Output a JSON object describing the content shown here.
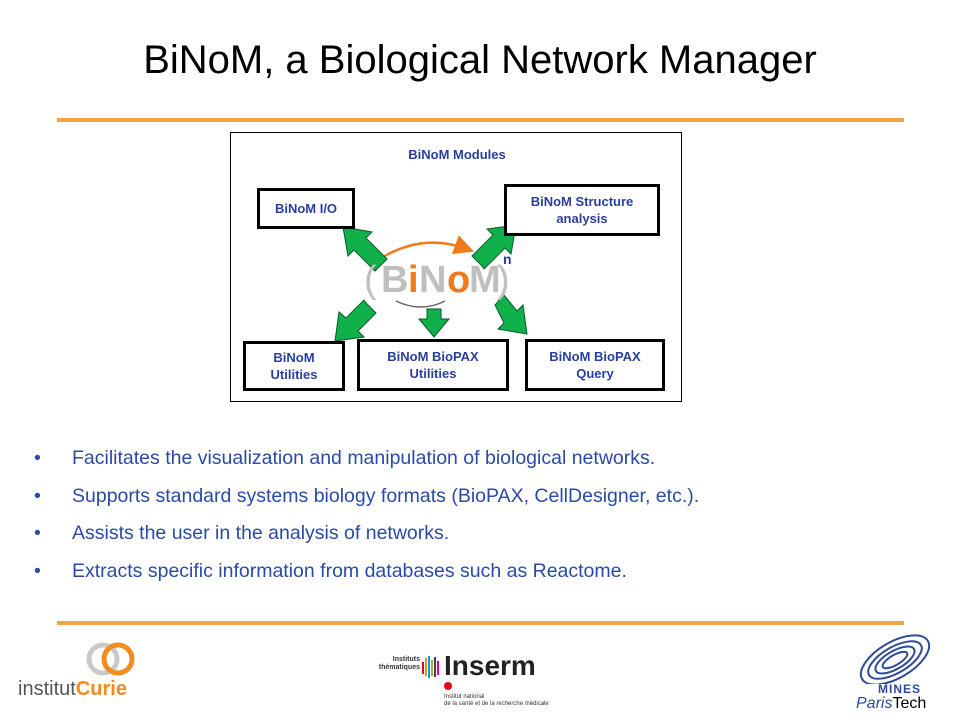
{
  "slide": {
    "title": "BiNoM, a Biological Network Manager"
  },
  "diagram": {
    "header": "BiNoM Modules",
    "center_parts": [
      "(",
      "B",
      "i",
      "N",
      "o",
      "M",
      ")"
    ],
    "superscript": "n",
    "boxes": {
      "io": "BiNoM I/O",
      "structure": "BiNoM Structure\nanalysis",
      "utilities": "BiNoM\nUtilities",
      "biopax_utilities": "BiNoM BioPAX\nUtilities",
      "biopax_query": "BiNoM BioPAX\nQuery"
    },
    "colors": {
      "label_blue": "#2a3f9d",
      "arrow_green": "#10b04a",
      "accent_orange": "#f07a1a",
      "logo_gray": "#bfbfbf"
    }
  },
  "bullets": [
    "Facilitates the visualization and manipulation of biological networks.",
    "Supports standard systems biology formats (BioPAX, CellDesigner, etc.).",
    "Assists the user in the analysis of networks.",
    "Extracts specific information from databases such as Reactome."
  ],
  "bullet_glyph": "•",
  "logos": {
    "curie_prefix": "institut",
    "curie_name": "Curie",
    "inserm_small_1": "Instituts",
    "inserm_small_2": "thématiques",
    "inserm_name": "Inserm",
    "inserm_sub_1": "Institut national",
    "inserm_sub_2": "de la santé et de la recherche médicale",
    "mines_1": "MINES",
    "mines_2a": "Paris",
    "mines_2b": "Tech"
  },
  "theme": {
    "rule_color": "#f5a444",
    "bullet_color": "#2b4aa8"
  }
}
